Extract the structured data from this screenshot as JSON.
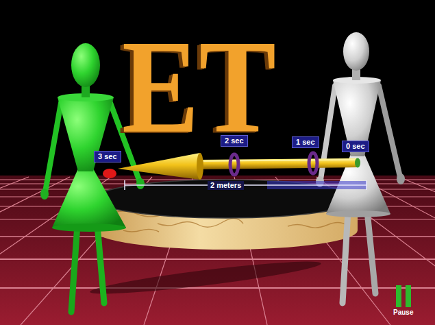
{
  "diagram": {
    "nodes": [
      {
        "text": [
          "3 sec"
        ]
      },
      {
        "text": [
          "2 sec"
        ]
      },
      {
        "text": [
          "1 sec"
        ]
      },
      {
        "text": [
          "0 sec"
        ]
      }
    ],
    "labels": [
      "ET",
      "2 meters",
      "Pause"
    ]
  }
}
